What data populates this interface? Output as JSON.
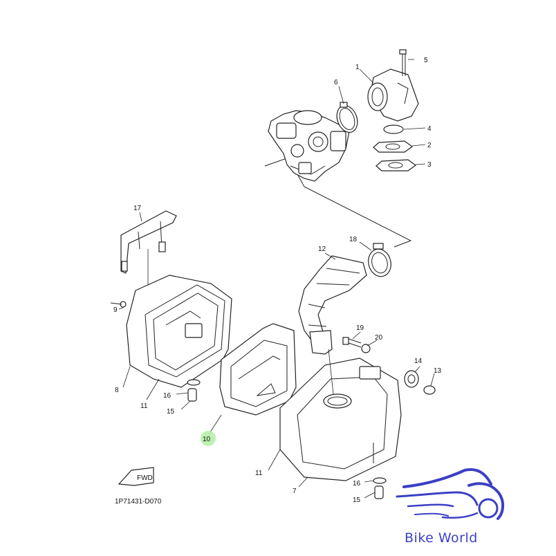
{
  "diagram": {
    "part_numbers": [
      "1",
      "2",
      "3",
      "4",
      "5",
      "6",
      "7",
      "8",
      "9",
      "10",
      "11",
      "11",
      "12",
      "13",
      "14",
      "15",
      "15",
      "16",
      "16",
      "17",
      "18",
      "19",
      "20"
    ],
    "labels": {
      "p1": "1",
      "p2": "2",
      "p3": "3",
      "p4": "4",
      "p5": "5",
      "p6": "6",
      "p7": "7",
      "p8": "8",
      "p9": "9",
      "p10": "10",
      "p11a": "11",
      "p11b": "11",
      "p12": "12",
      "p13": "13",
      "p14": "14",
      "p15a": "15",
      "p15b": "15",
      "p16a": "16",
      "p16b": "16",
      "p17": "17",
      "p18": "18",
      "p19": "19",
      "p20": "20"
    },
    "drawing_code": "1P71431-D070",
    "fwd_badge": "FWD",
    "highlight_color": "#b6f0a8"
  },
  "watermark": {
    "brand": "Bike World",
    "color": "#3b3fc4"
  }
}
